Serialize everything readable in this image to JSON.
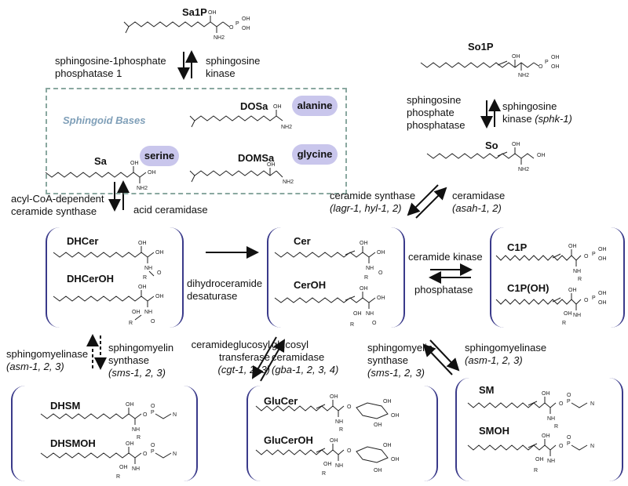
{
  "compounds": {
    "sa1p": "Sa1P",
    "so1p": "So1P",
    "dosa": "DOSa",
    "domsa": "DOMSa",
    "sa": "Sa",
    "so": "So",
    "dhcer": "DHCer",
    "dhceroh": "DHCerOH",
    "cer": "Cer",
    "ceroh": "CerOH",
    "c1p": "C1P",
    "c1poh": "C1P(OH)",
    "dhsm": "DHSM",
    "dhsmoh": "DHSMOH",
    "glucer": "GluCer",
    "glucerOH": "GluCerOH",
    "sm": "SM",
    "smoh": "SMOH"
  },
  "amino_acids": {
    "alanine": "alanine",
    "serine": "serine",
    "glycine": "glycine"
  },
  "sphingoid_title": "Sphingoid Bases",
  "enzymes": {
    "s1p_phosphatase_1": "sphingosine-1phosphate",
    "s1p_phosphatase_2": "phosphatase 1",
    "sph_kinase_1": "sphingosine",
    "sph_kinase_2": "kinase",
    "so_phosphatase_1": "sphingosine",
    "so_phosphatase_2": "phosphate",
    "so_phosphatase_3": "phosphatase",
    "so_kinase_1": "sphingosine",
    "so_kinase_2": "kinase",
    "so_kinase_gene": "(sphk-1)",
    "acyl_1": "acyl-CoA-dependent",
    "acyl_2": "ceramide synthase",
    "acid_ceramidase": "acid ceramidase",
    "cer_synthase_1": "ceramide synthase",
    "cer_synthase_gene": "(lagr-1, hyl-1, 2)",
    "ceramidase_1": "ceramidase",
    "ceramidase_gene": "(asah-1, 2)",
    "desaturase_1": "dihydroceramide",
    "desaturase_2": "desaturase",
    "cer_kinase": "ceramide kinase",
    "phosphatase": "phosphatase",
    "smase_l_1": "sphingomyelinase",
    "smase_l_gene": "(asm-1, 2, 3)",
    "sms_l_1": "sphingomyelin",
    "sms_l_2": "synthase",
    "sms_l_gene": "(sms-1, 2, 3)",
    "cgt_1": "ceramideglucosyl",
    "cgt_2": "transferase",
    "cgt_gene": "(cgt-1, 2, 3)",
    "gba_1": "glucosyl",
    "gba_2": "ceramidase",
    "gba_gene": "(gba-1, 2, 3, 4)",
    "sms_r_1": "sphingomyelin",
    "sms_r_2": "synthase",
    "sms_r_gene": "(sms-1, 2, 3)",
    "smase_r_1": "sphingomyelinase",
    "smase_r_gene": "(asm-1, 2, 3)"
  },
  "atoms": {
    "oh": "OH",
    "nh2": "NH2",
    "nh": "NH",
    "r": "R",
    "p": "P",
    "o": "O",
    "n": "N"
  }
}
